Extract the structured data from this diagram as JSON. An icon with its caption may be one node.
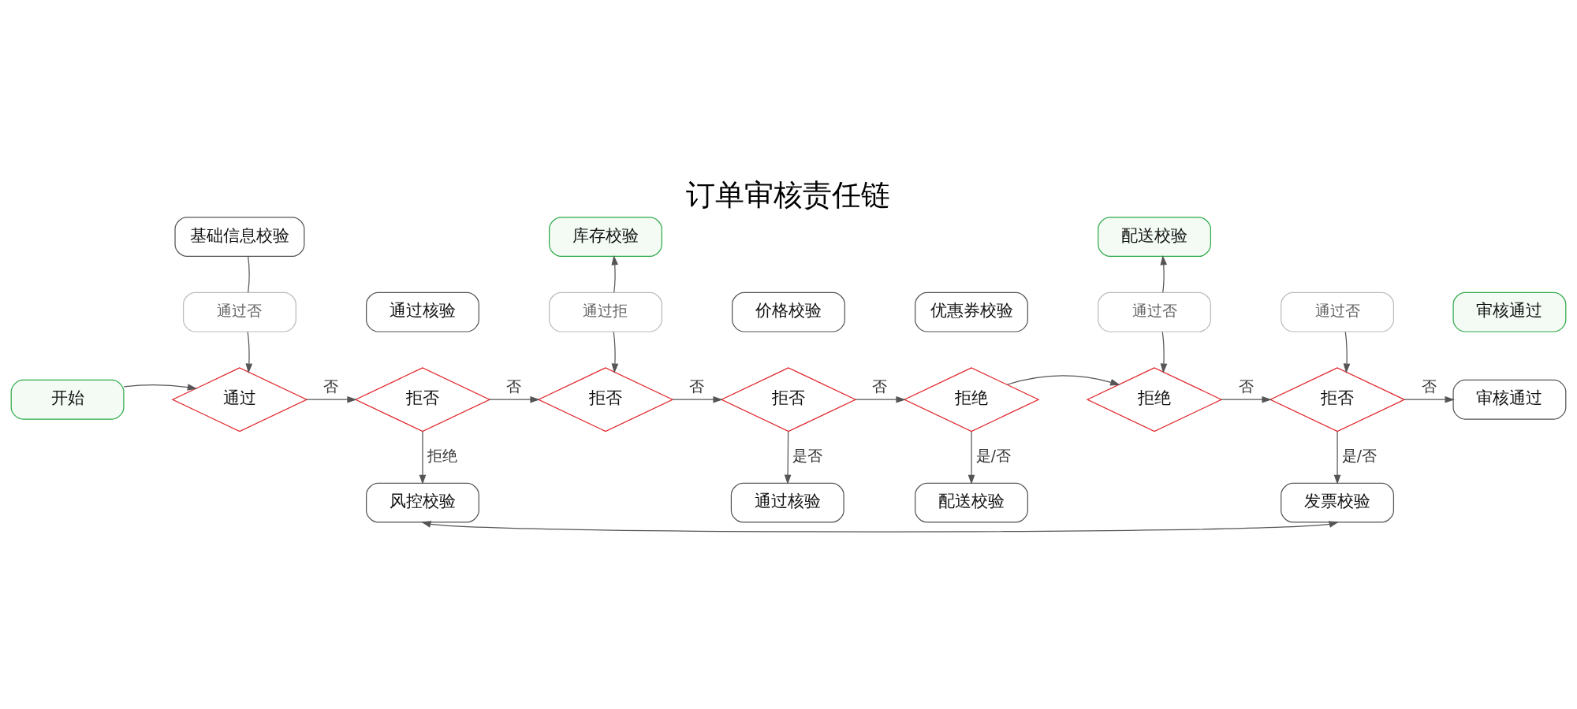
{
  "diagram": {
    "title": "订单审核责任链",
    "nodes": [
      {
        "text": [
          "基础信息校验"
        ]
      },
      {
        "text": [
          "库存校验"
        ]
      },
      {
        "text": [
          "配送校验"
        ]
      },
      {
        "text": [
          "通过否"
        ]
      },
      {
        "text": [
          "通过核验"
        ]
      },
      {
        "text": [
          "通过拒"
        ]
      },
      {
        "text": [
          "价格校验"
        ]
      },
      {
        "text": [
          "优惠券校验"
        ]
      },
      {
        "text": [
          "通过否"
        ]
      },
      {
        "text": [
          "通过否"
        ]
      },
      {
        "text": [
          "审核通过"
        ]
      },
      {
        "text": [
          "开始"
        ]
      },
      {
        "text": [
          "通过"
        ]
      },
      {
        "text": [
          "拒否"
        ]
      },
      {
        "text": [
          "拒否"
        ]
      },
      {
        "text": [
          "拒否"
        ]
      },
      {
        "text": [
          "拒绝"
        ]
      },
      {
        "text": [
          "拒绝"
        ]
      },
      {
        "text": [
          "拒否"
        ]
      },
      {
        "text": [
          "审核通过"
        ]
      },
      {
        "text": [
          "风控校验"
        ]
      },
      {
        "text": [
          "通过核验"
        ]
      },
      {
        "text": [
          "配送校验"
        ]
      },
      {
        "text": [
          "发票校验"
        ]
      }
    ],
    "edges": [
      {
        "from": 0,
        "to": 3,
        "arrow": "none"
      },
      {
        "from": 3,
        "to": 12,
        "arrow": "to"
      },
      {
        "from": 5,
        "to": 1,
        "arrow": "to"
      },
      {
        "from": 5,
        "to": 14,
        "arrow": "to"
      },
      {
        "from": 8,
        "to": 2,
        "arrow": "to"
      },
      {
        "from": 8,
        "to": 17,
        "arrow": "to"
      },
      {
        "from": 9,
        "to": 18,
        "arrow": "to"
      },
      {
        "from": 11,
        "to": 12,
        "arrow": "to"
      },
      {
        "from": 12,
        "to": 13,
        "arrow": "to",
        "label": "否"
      },
      {
        "from": 13,
        "to": 14,
        "arrow": "to",
        "label": "否"
      },
      {
        "from": 14,
        "to": 15,
        "arrow": "to",
        "label": "否"
      },
      {
        "from": 15,
        "to": 16,
        "arrow": "to",
        "label": "否"
      },
      {
        "from": 16,
        "to": 17,
        "arrow": "to"
      },
      {
        "from": 17,
        "to": 18,
        "arrow": "to",
        "label": "否"
      },
      {
        "from": 18,
        "to": 19,
        "arrow": "to",
        "label": "否"
      },
      {
        "from": 13,
        "to": 20,
        "arrow": "to",
        "label": "拒绝"
      },
      {
        "from": 15,
        "to": 21,
        "arrow": "to",
        "label": "是否"
      },
      {
        "from": 16,
        "to": 22,
        "arrow": "to",
        "label": "是/否"
      },
      {
        "from": 18,
        "to": 23,
        "arrow": "to",
        "label": "是/否"
      },
      {
        "from": 20,
        "to": 23,
        "arrow": "both"
      }
    ]
  }
}
